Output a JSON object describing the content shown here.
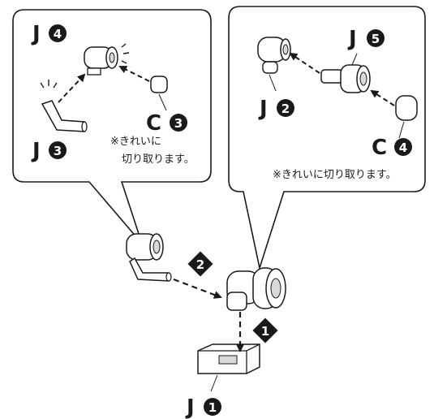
{
  "left_panel": {
    "part_top": {
      "letter": "J",
      "number": "4"
    },
    "part_bottom_left": {
      "letter": "J",
      "number": "3"
    },
    "part_cap": {
      "letter": "C",
      "number": "3"
    },
    "note_line1": "※きれいに",
    "note_line2": "切り取ります。"
  },
  "right_panel": {
    "part_socket": {
      "letter": "J",
      "number": "2"
    },
    "part_joint": {
      "letter": "J",
      "number": "5"
    },
    "part_cap": {
      "letter": "C",
      "number": "4"
    },
    "note": "※きれいに切り取ります。"
  },
  "main_assembly": {
    "step_one": "1",
    "step_two": "2",
    "base_part": {
      "letter": "J",
      "number": "1"
    }
  },
  "colors": {
    "ink": "#1a1a1a",
    "background": "#ffffff",
    "shading": "#d9d9d9"
  }
}
